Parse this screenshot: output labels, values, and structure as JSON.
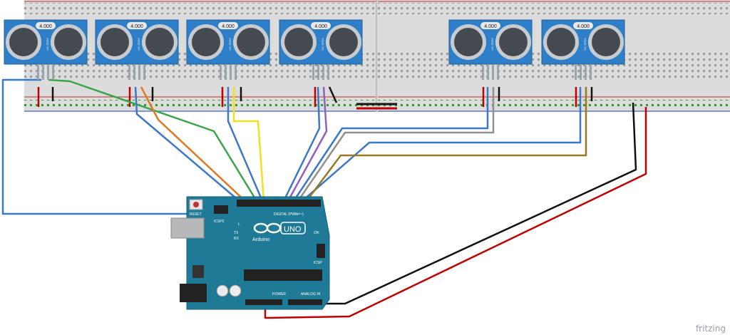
{
  "sensors": [
    {
      "freq": "4.000",
      "model": "HC-SR04"
    },
    {
      "freq": "4.000",
      "model": "HC-SR04"
    },
    {
      "freq": "4.000",
      "model": "HC-SR04"
    },
    {
      "freq": "4.000",
      "model": "HC-SR04"
    },
    {
      "freq": "4.000",
      "model": "HC-SR04"
    },
    {
      "freq": "4.000",
      "model": "HC-SR04"
    }
  ],
  "arduino": {
    "brand": "Arduino",
    "model": "UNO",
    "reset": "RESET",
    "icsp2": "ICSP2",
    "icsp": "ICSP",
    "digital": "DIGITAL (PWM=~)",
    "analog": "ANALOG IN",
    "power": "POWER",
    "led_l": "L",
    "led_tx": "TX",
    "led_rx": "RX",
    "on": "ON"
  },
  "watermark": "fritzing",
  "colors": {
    "breadboard": "#dcdcdc",
    "sensor_board": "#2f7fc8",
    "arduino": "#1e7a96",
    "red": "#c00000",
    "black": "#111111",
    "blue": "#3c78c8",
    "green": "#3aa64a",
    "orange": "#e07820",
    "yellow": "#f0e020",
    "purple": "#9060c0",
    "gray": "#909090",
    "olive": "#9a7a20"
  }
}
